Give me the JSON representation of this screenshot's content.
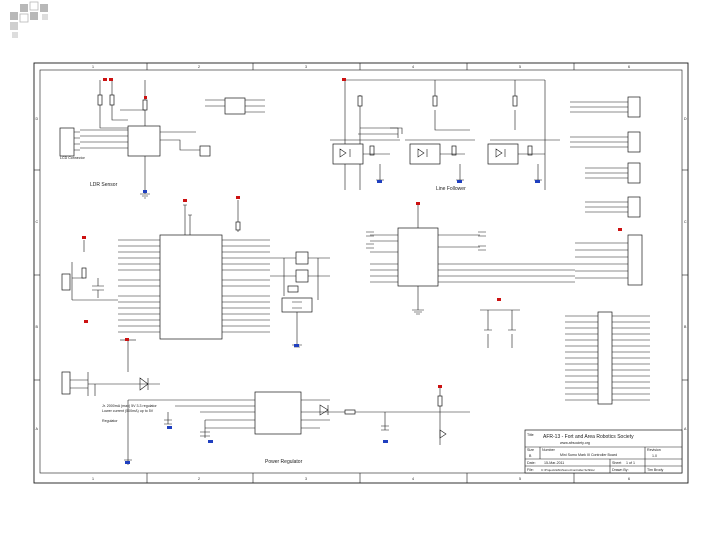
{
  "border": {
    "columns": [
      "1",
      "2",
      "3",
      "4",
      "5",
      "6"
    ],
    "rows": [
      "A",
      "B",
      "C",
      "D"
    ]
  },
  "labels": {
    "ldr_sensor": "LDR Sensor",
    "lcd_connector": "LCD Connector",
    "line_follower": "Line Follower",
    "power_regulator": "Power Regulator"
  },
  "regulator_note": [
    "Jr. 2000mA (max) 5V 3.3 regulator",
    "Lower current (500mA) up to 5V",
    "Regulator"
  ],
  "title_block": {
    "title_label": "Title",
    "title": "AFR-13 - Fort and Area Robotics Society",
    "url": "www.afrsociety.org",
    "size_label": "Size",
    "number_label": "Number",
    "revision_label": "Revision",
    "size": "B",
    "number": "Mini Sumo Mark III Controller Board",
    "revision": "1.0",
    "date_label": "Date:",
    "date": "15-Mar-2011",
    "sheet_label": "Sheet",
    "sheet": "1 of 1",
    "file_label": "File:",
    "file": "C:\\Projects\\MiniSumo\\Controller.SchDoc",
    "drawn_label": "Drawn By:",
    "drawn": "Tim Brody"
  },
  "colors": {
    "wire": "#1a1a1a",
    "component_fill": "#1f3fbf",
    "power_flag": "#cc1111",
    "deco_gray": "#b8b8b8"
  }
}
